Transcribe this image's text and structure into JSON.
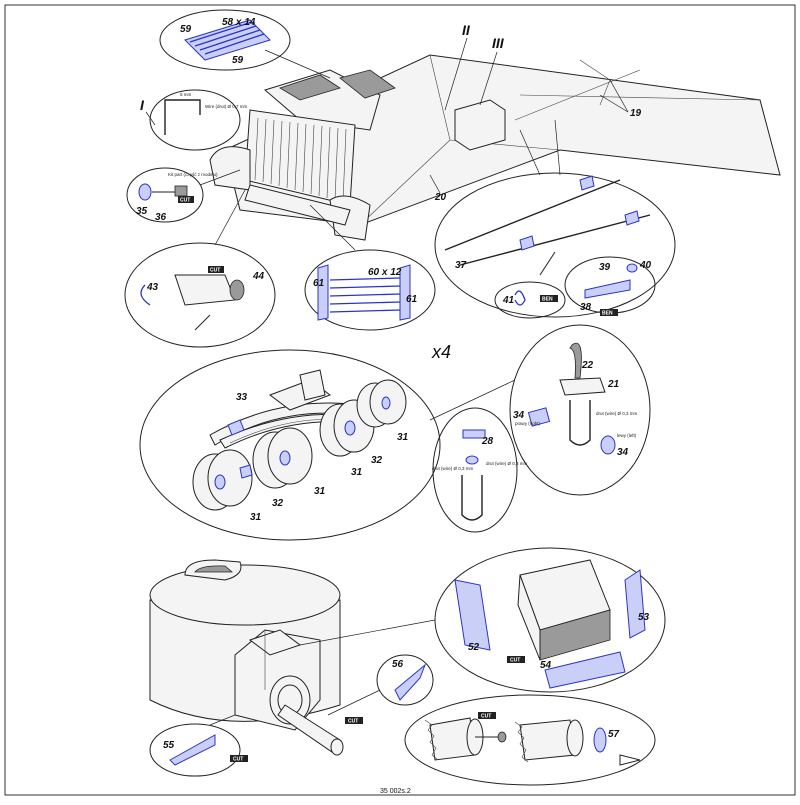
{
  "sheet": {
    "footer": "35 002s.2",
    "multiplier": "x4"
  },
  "callouts": {
    "c19": "19",
    "c20": "20",
    "c21": "21",
    "c22": "22",
    "c28": "28",
    "c31a": "31",
    "c31b": "31",
    "c31c": "31",
    "c31d": "31",
    "c32a": "32",
    "c32b": "32",
    "c33": "33",
    "c34a": "34",
    "c34b": "34",
    "c35": "35",
    "c36": "36",
    "c37": "37",
    "c38": "38",
    "c39": "39",
    "c40": "40",
    "c41": "41",
    "c43": "43",
    "c44": "44",
    "c52": "52",
    "c53": "53",
    "c54": "54",
    "c55": "55",
    "c56": "56",
    "c57": "57",
    "c58": "58 x 14",
    "c59a": "59",
    "c59b": "59",
    "c60": "60 x 12",
    "c61a": "61",
    "c61b": "61"
  },
  "roman": {
    "r1": "I",
    "r2": "II",
    "r3": "III"
  },
  "tags": {
    "cut": "CUT",
    "bend": "BEN"
  },
  "notes": {
    "wire1": "Wire (drut) Ø 0,7 mm",
    "kit": "Kit part (część z modelu)",
    "right": "prawy (right)",
    "left": "lewy (left)",
    "wire2": "drut (wire) Ø 0,3 mm",
    "wire3": "drut (wire) Ø 0,3 mm",
    "wire4": "drut (wire) Ø 0,3 mm"
  }
}
